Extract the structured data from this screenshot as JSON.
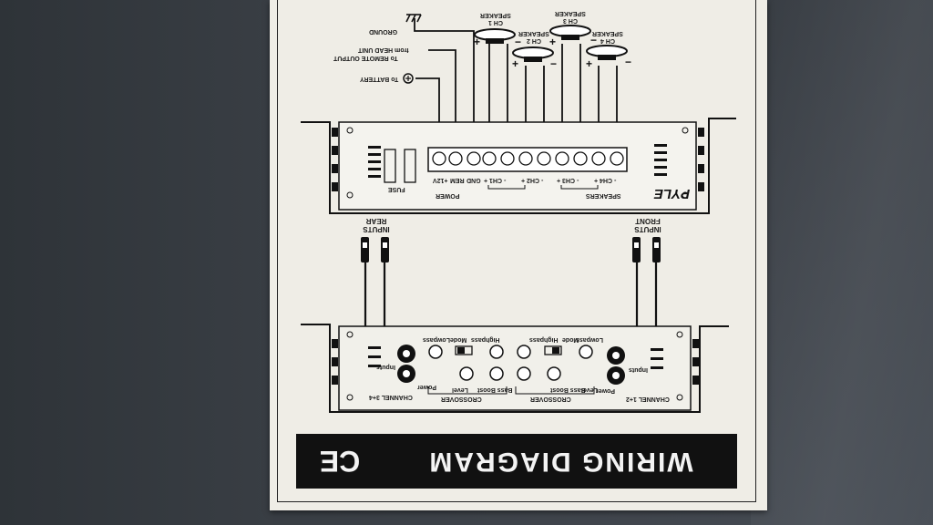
{
  "photo": {
    "description_free": true
  },
  "diagram": {
    "banner_title": "WIRING DIAGRAM",
    "ce_mark": "CE",
    "brand": "PYLE",
    "labels": {
      "ground": "GROUND",
      "remote": "To REMOTE OUTPUT",
      "from_head": "from HEAD UNIT",
      "battery": "To BATTERY",
      "ch1": "CH 1",
      "ch2": "CH 2",
      "ch3": "CH 3",
      "ch4": "CH 4",
      "speaker": "SPEAKER",
      "fuse": "FUSE",
      "power": "POWER",
      "speakers": "SPEAKERS",
      "gnd": "GND",
      "rem": "REM",
      "plus12": "+12V",
      "rear_inputs_1": "REAR",
      "rear_inputs_2": "INPUTS",
      "front_inputs_1": "FRONT",
      "front_inputs_2": "INPUTS",
      "crossover": "CROSSOVER",
      "channel_34": "CHANNEL 3+4",
      "channel_12": "CHANNEL 1+2",
      "inputs": "Inputs",
      "power_led": "Power",
      "bass_boost": "Bass Boost",
      "level": "Level",
      "mode": "Mode",
      "highpass": "Highpass",
      "lowpass": "Lowpass"
    },
    "terminal_labels": {
      "ch1": "- CH1 +",
      "ch2": "- CH2 +",
      "ch3": "- CH3 +",
      "ch4": "- CH4 +"
    }
  }
}
